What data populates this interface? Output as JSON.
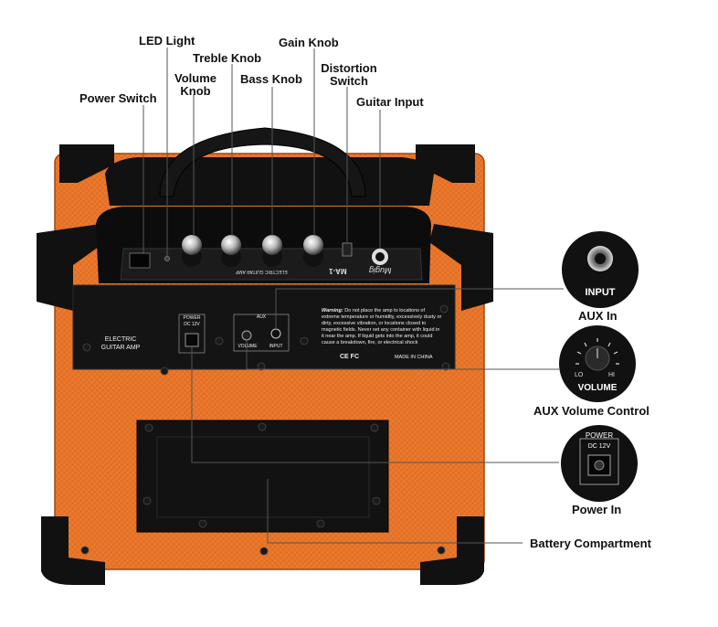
{
  "callouts": {
    "led_light": "LED Light",
    "treble_knob": "Treble Knob",
    "gain_knob": "Gain Knob",
    "volume_knob": "Volume\nKnob",
    "bass_knob": "Bass Knob",
    "distortion_switch": "Distortion\nSwitch",
    "power_switch": "Power Switch",
    "guitar_input": "Guitar Input",
    "aux_in": "AUX In",
    "aux_volume_control": "AUX Volume Control",
    "power_in": "Power In",
    "battery_compartment": "Battery Compartment"
  },
  "amp": {
    "model": "MA-1",
    "model_subtitle": "ELECTRIC GUITAR AMP",
    "brand": "Mugig",
    "badge_line1": "ELECTRIC",
    "badge_line2": "GUITAR AMP",
    "power_jack_label": "POWER",
    "power_jack_spec": "DC 12V",
    "aux_group_label": "AUX",
    "aux_volume_label": "VOLUME",
    "aux_input_label": "INPUT",
    "warning_title": "Warning:",
    "warning_text": "Do not place the amp to locations of extreme temperature or humidity, excessively dusty or dirty, excessive vibration, or locations closed to magnetic fields. Never set any container with liquid in it near the amp. If liquid gets into the amp, it could cause a breakdown, fire, or electrical shock",
    "cert_marks": "CE FC",
    "made_in": "MADE IN CHINA"
  },
  "insets": {
    "input_label": "INPUT",
    "volume_label": "VOLUME",
    "lo": "LO",
    "hi": "HI",
    "power_label": "POWER",
    "dc_label": "DC 12V"
  },
  "colors": {
    "orange": "#e8752a",
    "orange_dark": "#c85d1c",
    "panel_black": "#141414",
    "callout_line": "#555555"
  }
}
